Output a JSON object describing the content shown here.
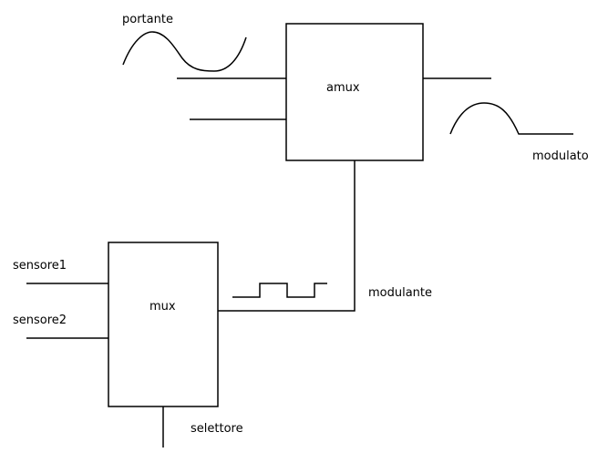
{
  "blocks": {
    "amux": "amux",
    "mux": "mux"
  },
  "signals": {
    "portante": "portante",
    "modulato": "modulato",
    "modulante": "modulante",
    "sensore1": "sensore1",
    "sensore2": "sensore2",
    "selettore": "selettore"
  }
}
